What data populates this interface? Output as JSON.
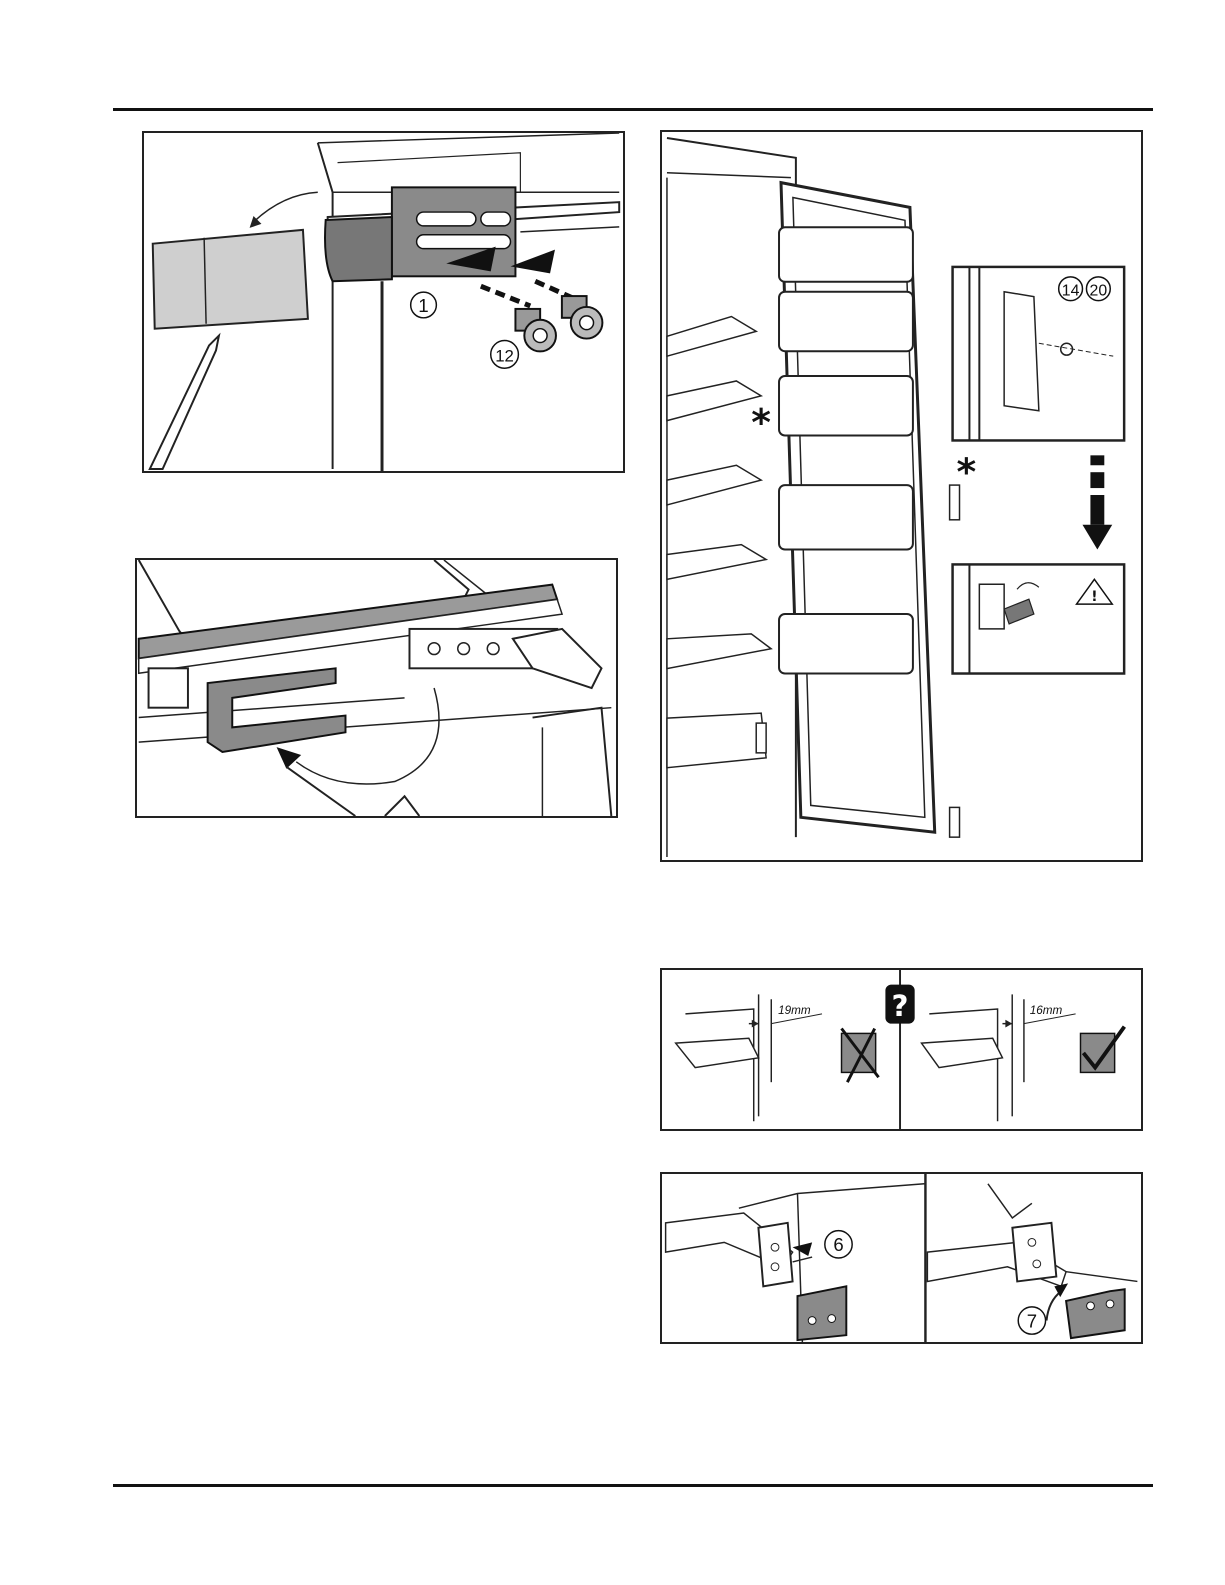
{
  "figures": {
    "fig1": {
      "callouts": [
        "1",
        "12"
      ]
    },
    "fig3": {
      "callouts": [
        "14",
        "20"
      ],
      "markers": [
        "*",
        "*"
      ],
      "warning_icon": "warning-triangle-icon"
    },
    "fig4": {
      "left_dim": "19mm",
      "right_dim": "16mm",
      "question_icon": "?",
      "wrong_icon": "cross-icon",
      "right_icon": "check-icon"
    },
    "fig5": {
      "callouts": [
        "6",
        "7"
      ]
    }
  },
  "colors": {
    "part_gray": "#8a8a8a",
    "light_gray": "#cfcfcf",
    "line": "#222222"
  }
}
